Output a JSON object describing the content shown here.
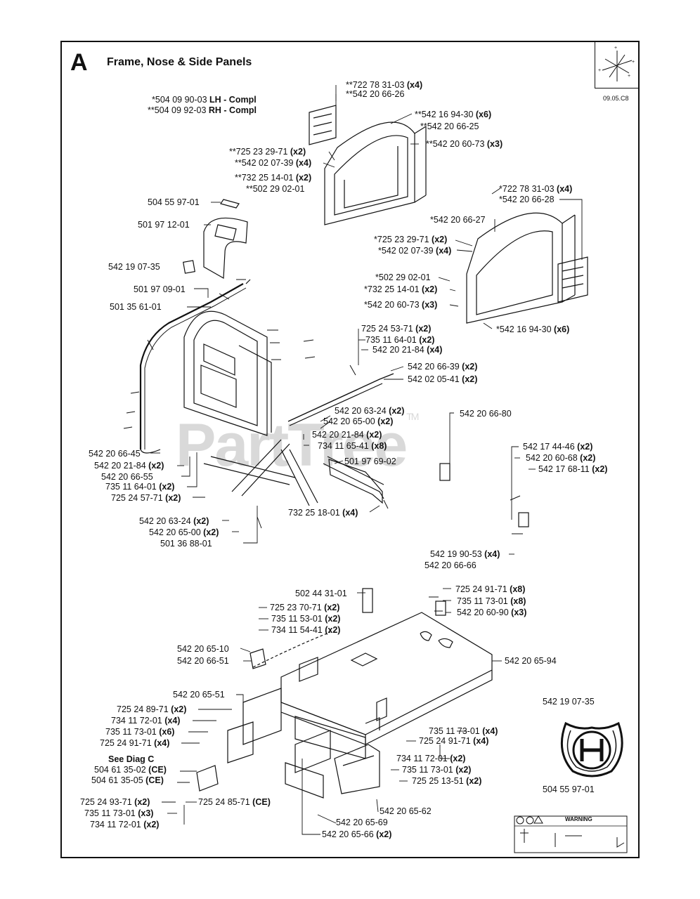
{
  "header": {
    "section_letter": "A",
    "title": "Frame, Nose & Side Panels",
    "revision_date": "09.05.C8"
  },
  "watermark": {
    "text": "PartTree",
    "tm": "TM"
  },
  "callouts": {
    "c01": {
      "pn": "**722 78 31-03",
      "qty": "(x4)"
    },
    "c02": {
      "pn": "**542 20 66-26",
      "qty": ""
    },
    "c03": {
      "pn": "*504 09 90-03",
      "qty": "LH - Compl"
    },
    "c04": {
      "pn": "**504 09 92-03",
      "qty": "RH - Compl"
    },
    "c05": {
      "pn": "**542 16 94-30",
      "qty": "(x6)"
    },
    "c06": {
      "pn": "**542 20 66-25",
      "qty": ""
    },
    "c07": {
      "pn": "**542 20 60-73",
      "qty": "(x3)"
    },
    "c08": {
      "pn": "**725 23 29-71",
      "qty": "(x2)"
    },
    "c09": {
      "pn": "**542 02 07-39",
      "qty": "(x4)"
    },
    "c10": {
      "pn": "**732 25 14-01",
      "qty": "(x2)"
    },
    "c11": {
      "pn": "**502 29 02-01",
      "qty": ""
    },
    "c12": {
      "pn": "*722 78 31-03",
      "qty": "(x4)"
    },
    "c13": {
      "pn": "*542 20 66-28",
      "qty": ""
    },
    "c14": {
      "pn": "504 55 97-01",
      "qty": ""
    },
    "c15": {
      "pn": "501 97 12-01",
      "qty": ""
    },
    "c16": {
      "pn": "*542 20 66-27",
      "qty": ""
    },
    "c17": {
      "pn": "*725 23 29-71",
      "qty": "(x2)"
    },
    "c18": {
      "pn": "*542 02 07-39",
      "qty": "(x4)"
    },
    "c19": {
      "pn": "542 19 07-35",
      "qty": ""
    },
    "c20": {
      "pn": "*502 29 02-01",
      "qty": ""
    },
    "c21": {
      "pn": "501 97 09-01",
      "qty": ""
    },
    "c22": {
      "pn": "*732 25 14-01",
      "qty": "(x2)"
    },
    "c23": {
      "pn": "501 35 61-01",
      "qty": ""
    },
    "c24": {
      "pn": "*542 20 60-73",
      "qty": "(x3)"
    },
    "c25": {
      "pn": "*542 16 94-30",
      "qty": "(x6)"
    },
    "c26": {
      "pn": "725 24 53-71",
      "qty": "(x2)"
    },
    "c27": {
      "pn": "735 11 64-01",
      "qty": "(x2)"
    },
    "c28": {
      "pn": "542 20 21-84",
      "qty": "(x4)"
    },
    "c29": {
      "pn": "542 20 66-39",
      "qty": "(x2)"
    },
    "c30": {
      "pn": "542 02 05-41",
      "qty": "(x2)"
    },
    "c31": {
      "pn": "542 20 63-24",
      "qty": "(x2)"
    },
    "c32": {
      "pn": "542 20 65-00",
      "qty": "(x2)"
    },
    "c33": {
      "pn": "542 20 66-80",
      "qty": ""
    },
    "c34": {
      "pn": "542 20 21-84",
      "qty": "(x2)"
    },
    "c35": {
      "pn": "734 11 65-41",
      "qty": "(x8)"
    },
    "c36": {
      "pn": "542 17 44-46",
      "qty": "(x2)"
    },
    "c37": {
      "pn": "542 20 60-68",
      "qty": "(x2)"
    },
    "c38": {
      "pn": "542 17 68-11",
      "qty": "(x2)"
    },
    "c39": {
      "pn": "542 20 66-45",
      "qty": ""
    },
    "c40": {
      "pn": "501 97 69-02",
      "qty": ""
    },
    "c41": {
      "pn": "542 20 21-84",
      "qty": "(x2)"
    },
    "c42": {
      "pn": "542 20 66-55",
      "qty": ""
    },
    "c43": {
      "pn": "735 11 64-01",
      "qty": "(x2)"
    },
    "c44": {
      "pn": "725 24 57-71",
      "qty": "(x2)"
    },
    "c45": {
      "pn": "732 25 18-01",
      "qty": "(x4)"
    },
    "c46": {
      "pn": "542 20 63-24",
      "qty": "(x2)"
    },
    "c47": {
      "pn": "542 20 65-00",
      "qty": "(x2)"
    },
    "c48": {
      "pn": "501 36 88-01",
      "qty": ""
    },
    "c49": {
      "pn": "542 19 90-53",
      "qty": "(x4)"
    },
    "c50": {
      "pn": "542 20 66-66",
      "qty": ""
    },
    "c51": {
      "pn": "502 44 31-01",
      "qty": ""
    },
    "c52": {
      "pn": "725 24 91-71",
      "qty": "(x8)"
    },
    "c53": {
      "pn": "725 23 70-71",
      "qty": "(x2)"
    },
    "c54": {
      "pn": "735 11 73-01",
      "qty": "(x8)"
    },
    "c55": {
      "pn": "735 11 53-01",
      "qty": "(x2)"
    },
    "c56": {
      "pn": "542 20 60-90",
      "qty": "(x3)"
    },
    "c57": {
      "pn": "734 11 54-41",
      "qty": "(x2)"
    },
    "c58": {
      "pn": "542 20 65-10",
      "qty": ""
    },
    "c59": {
      "pn": "542 20 66-51",
      "qty": ""
    },
    "c60": {
      "pn": "542 20 65-94",
      "qty": ""
    },
    "c61": {
      "pn": "542 20 65-51",
      "qty": ""
    },
    "c62": {
      "pn": "542 19 07-35",
      "qty": ""
    },
    "c63": {
      "pn": "725 24 89-71",
      "qty": "(x2)"
    },
    "c64": {
      "pn": "734 11 72-01",
      "qty": "(x4)"
    },
    "c65": {
      "pn": "735 11 73-01",
      "qty": "(x6)"
    },
    "c66": {
      "pn": "735 11 73-01",
      "qty": "(x4)"
    },
    "c67": {
      "pn": "725 24 91-71",
      "qty": "(x4)"
    },
    "c68": {
      "pn": "725 24 91-71",
      "qty": "(x4)"
    },
    "c69": {
      "pn": "See Diag C",
      "qty": ""
    },
    "c70": {
      "pn": "734 11 72-01",
      "qty": "(x2)"
    },
    "c71": {
      "pn": "504 61 35-02",
      "qty": "(CE)"
    },
    "c72": {
      "pn": "735 11 73-01",
      "qty": "(x2)"
    },
    "c73": {
      "pn": "504 61 35-05",
      "qty": "(CE)"
    },
    "c74": {
      "pn": "725 25 13-51",
      "qty": "(x2)"
    },
    "c75": {
      "pn": "504 55 97-01",
      "qty": ""
    },
    "c76": {
      "pn": "725 24 93-71",
      "qty": "(x2)"
    },
    "c77": {
      "pn": "725 24 85-71",
      "qty": "(CE)"
    },
    "c78": {
      "pn": "735 11 73-01",
      "qty": "(x3)"
    },
    "c79": {
      "pn": "542 20 65-62",
      "qty": ""
    },
    "c80": {
      "pn": "542 20 65-69",
      "qty": ""
    },
    "c81": {
      "pn": "734 11 72-01",
      "qty": "(x2)"
    },
    "c82": {
      "pn": "542 20 65-66",
      "qty": "(x2)"
    }
  },
  "decal": {
    "warning_word": "WARNING"
  }
}
